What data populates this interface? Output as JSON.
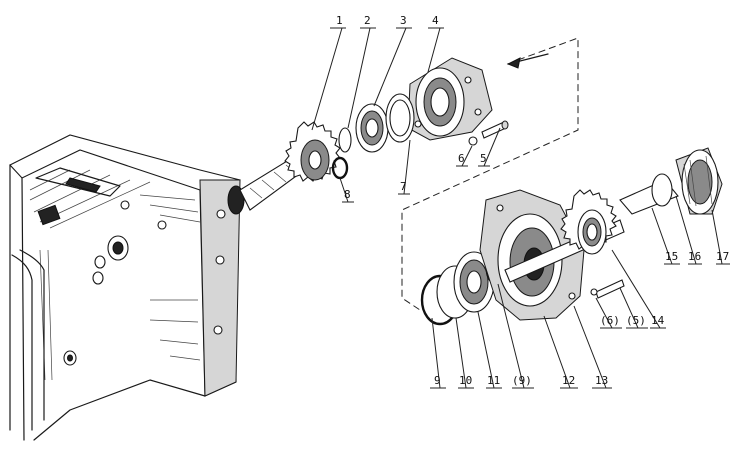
{
  "diagram": {
    "callouts": [
      {
        "id": "c1",
        "text": "1"
      },
      {
        "id": "c2",
        "text": "2"
      },
      {
        "id": "c3",
        "text": "3"
      },
      {
        "id": "c4",
        "text": "4"
      },
      {
        "id": "c5",
        "text": "5"
      },
      {
        "id": "c6",
        "text": "6"
      },
      {
        "id": "c7",
        "text": "7"
      },
      {
        "id": "c8",
        "text": "8"
      },
      {
        "id": "c9",
        "text": "9"
      },
      {
        "id": "c10",
        "text": "10"
      },
      {
        "id": "c11",
        "text": "11"
      },
      {
        "id": "c9b",
        "text": "(9)"
      },
      {
        "id": "c12",
        "text": "12"
      },
      {
        "id": "c13",
        "text": "13"
      },
      {
        "id": "c6b",
        "text": "(6)"
      },
      {
        "id": "c5b",
        "text": "(5)"
      },
      {
        "id": "c14",
        "text": "14"
      },
      {
        "id": "c15",
        "text": "15"
      },
      {
        "id": "c16",
        "text": "16"
      },
      {
        "id": "c17",
        "text": "17"
      }
    ]
  }
}
